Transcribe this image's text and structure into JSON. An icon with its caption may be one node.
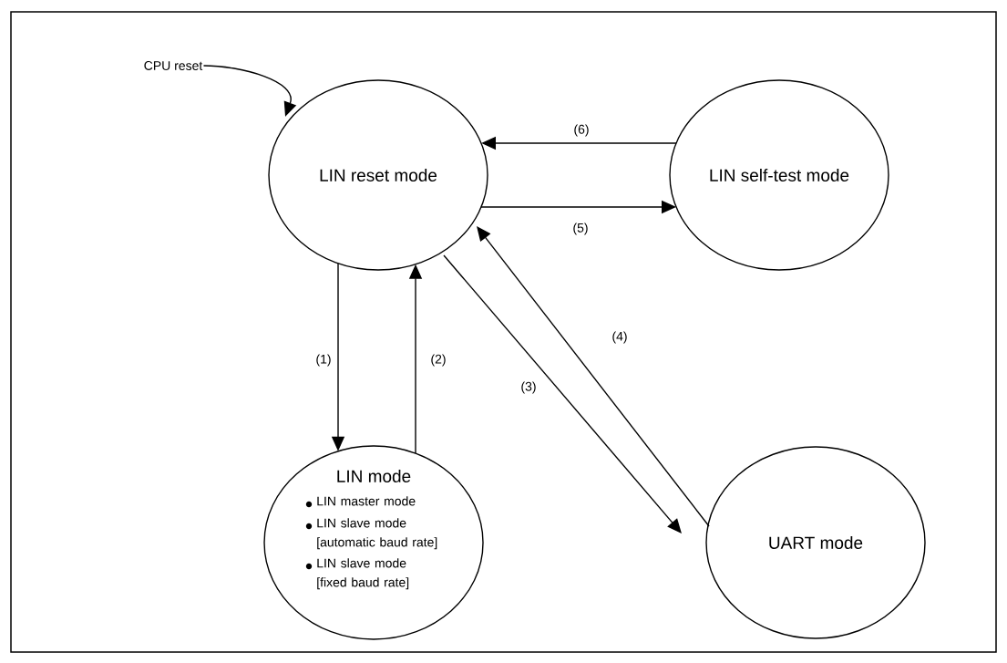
{
  "diagram": {
    "nodes": [
      {
        "text": [
          "CPU reset"
        ]
      },
      {
        "text": [
          "LIN reset mode"
        ]
      },
      {
        "text": [
          "LIN self-test mode"
        ]
      },
      {
        "text": [
          "LIN mode",
          "LIN master mode",
          "LIN slave mode [automatic baud rate]",
          "LIN slave mode [fixed baud rate]"
        ]
      },
      {
        "text": [
          "UART mode"
        ]
      }
    ],
    "edges": [
      {
        "from": 0,
        "to": 1,
        "arrow": "to"
      },
      {
        "from": 1,
        "to": 3,
        "arrow": "to",
        "label": "(1)"
      },
      {
        "from": 3,
        "to": 1,
        "arrow": "to",
        "label": "(2)"
      },
      {
        "from": 1,
        "to": 4,
        "arrow": "to",
        "label": "(3)"
      },
      {
        "from": 4,
        "to": 1,
        "arrow": "to",
        "label": "(4)"
      },
      {
        "from": 1,
        "to": 2,
        "arrow": "to",
        "label": "(5)"
      },
      {
        "from": 2,
        "to": 1,
        "arrow": "to",
        "label": "(6)"
      }
    ]
  }
}
